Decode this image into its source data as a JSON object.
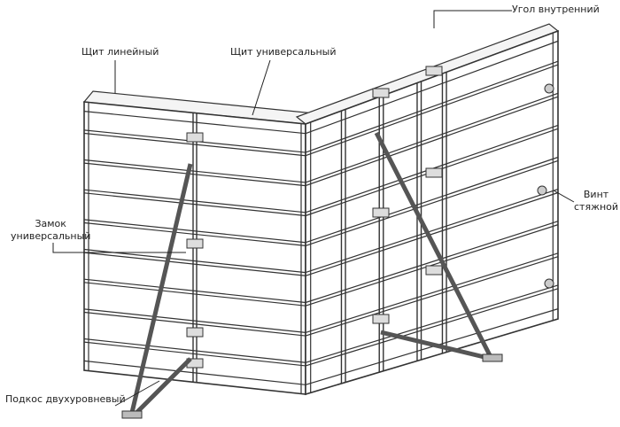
{
  "labels": {
    "corner_inner": "Угол внутренний",
    "panel_linear": "Щит линейный",
    "panel_universal": "Щит универсальный",
    "lock_universal_1": "Замок",
    "lock_universal_2": "универсальный",
    "tie_screw_1": "Винт",
    "tie_screw_2": "стяжной",
    "brace_two_level": "Подкос двухуровневый"
  }
}
